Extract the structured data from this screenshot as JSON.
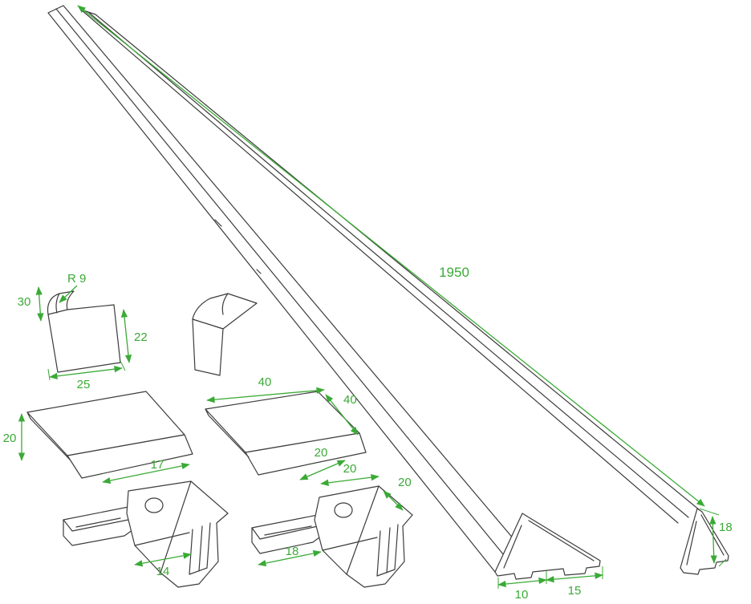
{
  "drawing": {
    "type": "technical-line-drawing",
    "subject": "aluminium corner profile set with end caps, brackets, corner connectors and cross-sections",
    "background_color": "#ffffff",
    "line_color": "#3c3c3b",
    "dimension_color": "#3aaa35",
    "labels": {
      "rail_length": "1950",
      "cap_radius": "R 9",
      "cap_height": "30",
      "cap_depth": "22",
      "cap_width": "25",
      "bracket_left_height": "20",
      "bracket_left_width": "17",
      "bracket_right_width": "40",
      "bracket_right_depth": "40",
      "bracket_right_flange": "20",
      "connector_left_width": "14",
      "connector_mid_width": "18",
      "connector_mid_top": "20",
      "connector_mid_side": "20",
      "section_base_inner": "10",
      "section_base_outer": "15",
      "section_height": "18"
    }
  }
}
